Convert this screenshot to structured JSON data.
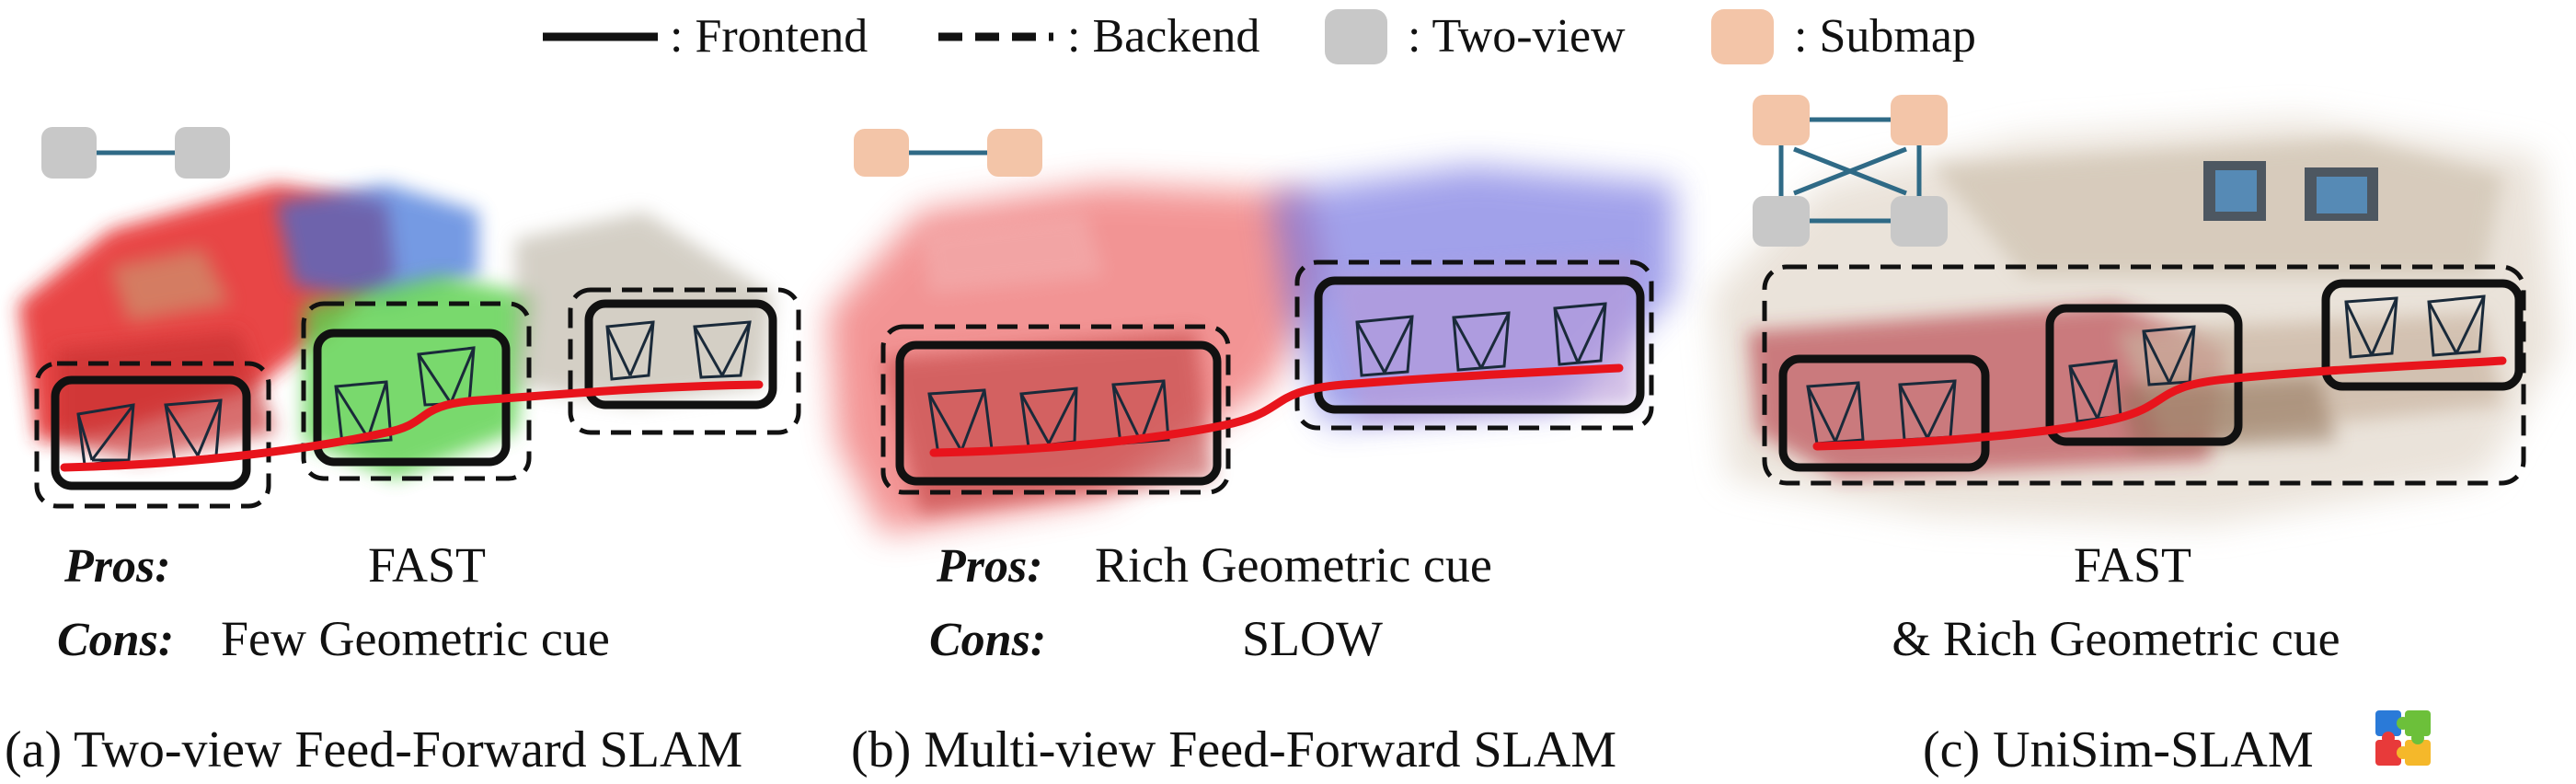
{
  "legend": {
    "frontend_label": ": Frontend",
    "backend_label": ": Backend",
    "twoview_label": ": Two-view",
    "submap_label": ": Submap",
    "twoview_color": "#c8c8c8",
    "submap_color": "#f3c5a8"
  },
  "panels": [
    {
      "pros_label": "Pros:",
      "pros_value": "FAST",
      "cons_label": "Cons:",
      "cons_value": "Few Geometric cue",
      "caption": "(a) Two-view Feed-Forward SLAM",
      "scene_colors": [
        "#e52828",
        "#3a6fd8",
        "#58d04a",
        "#c8a074"
      ]
    },
    {
      "pros_label": "Pros:",
      "pros_value": "Rich Geometric cue",
      "cons_label": "Cons:",
      "cons_value": "SLOW",
      "caption": "(b) Multi-view Feed-Forward SLAM",
      "scene_colors": [
        "#f07a7a",
        "#6f6fe0",
        "#b89ad8"
      ]
    },
    {
      "summary_line1": "FAST",
      "summary_line2": "& Rich Geometric cue",
      "caption": "(c) UniSim-SLAM",
      "scene_colors": [
        "#c9b4a0",
        "#b02830",
        "#8a6a50",
        "#e8e0d6"
      ]
    }
  ],
  "colors": {
    "trajectory": "#e8141c",
    "link": "#2f6a86",
    "box": "#111111"
  }
}
